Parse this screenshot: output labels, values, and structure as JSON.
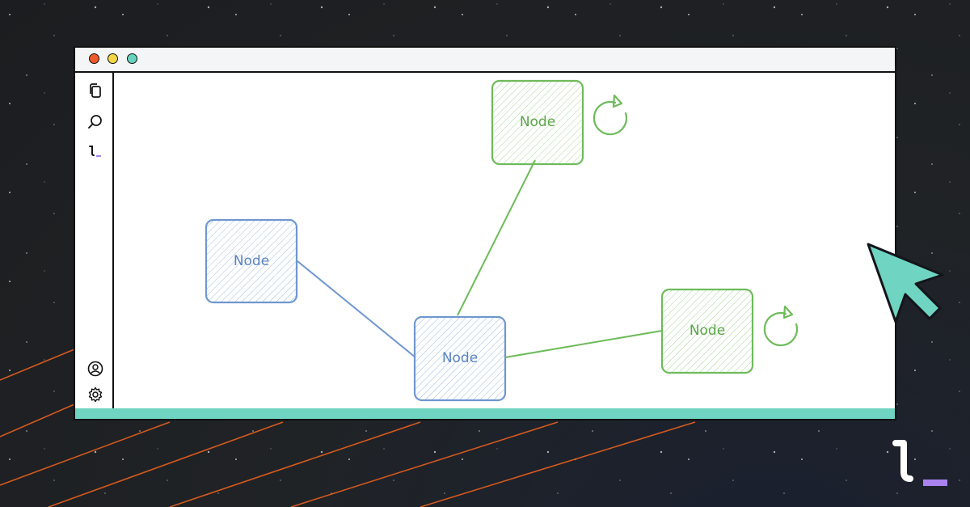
{
  "window": {
    "traffic_lights": [
      {
        "name": "close",
        "color": "#ef5a2b"
      },
      {
        "name": "minimize",
        "color": "#f3d646"
      },
      {
        "name": "maximize",
        "color": "#67d3bf"
      }
    ]
  },
  "sidebar": {
    "top_icons": [
      "copy-icon",
      "search-icon",
      "logo-icon"
    ],
    "bottom_icons": [
      "account-icon",
      "settings-icon"
    ]
  },
  "graph": {
    "nodes": [
      {
        "id": "n-left",
        "label": "Node",
        "color": "blue"
      },
      {
        "id": "n-center",
        "label": "Node",
        "color": "blue"
      },
      {
        "id": "n-top",
        "label": "Node",
        "color": "green",
        "refresh": true
      },
      {
        "id": "n-right",
        "label": "Node",
        "color": "green",
        "refresh": true
      }
    ],
    "edges": [
      {
        "from": "n-left",
        "to": "n-center",
        "color": "blue"
      },
      {
        "from": "n-center",
        "to": "n-top",
        "color": "green"
      },
      {
        "from": "n-center",
        "to": "n-right",
        "color": "green"
      }
    ]
  },
  "progress": {
    "fraction": 1.0,
    "color": "#6fd4c1"
  },
  "colors": {
    "blue_stroke": "#6f97cf",
    "blue_text": "#5b84bf",
    "green_stroke": "#6ebb5a",
    "green_text": "#5aa548",
    "accent_purple": "#a982f0",
    "cursor": "#6fd4c1",
    "stripe": "#e8601e"
  }
}
